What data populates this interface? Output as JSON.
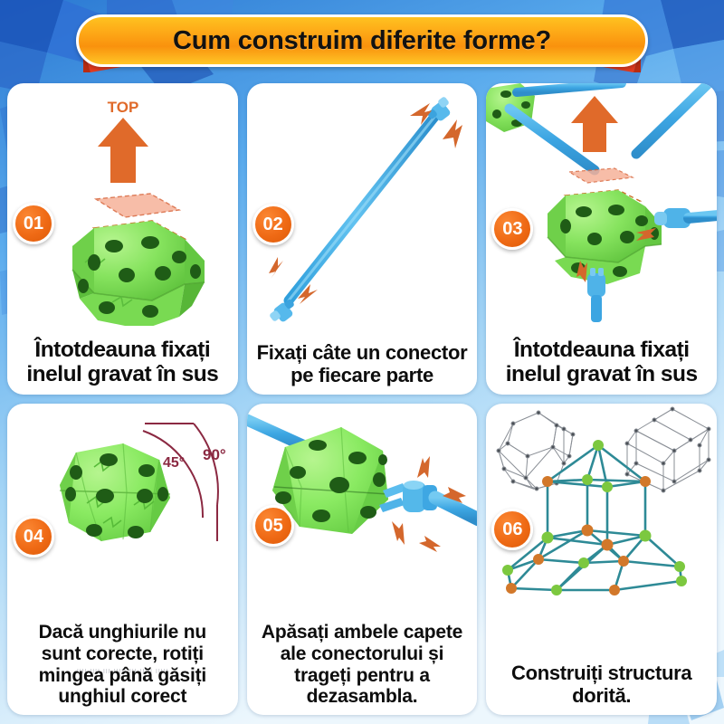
{
  "banner": {
    "title": "Cum construim diferite forme?",
    "fill_color": "#fda415",
    "border_color": "#ffffff",
    "text_color": "#121212"
  },
  "background": {
    "color_top": "#2f7fd6",
    "color_bottom": "#eaf5fd",
    "motif": "polygonal-crystal-shapes"
  },
  "theme": {
    "badge_color": "#ef6a15",
    "ball_green": "#7ee65c",
    "rod_blue": "#4fb3e8",
    "arrow_orange": "#e06a2a",
    "angle_red": "#8b2942",
    "structure_teal": "#2e8a96"
  },
  "panels": [
    {
      "number": "01",
      "caption_line1": "Întotdeauna fixați",
      "caption_line2": "inelul gravat în sus",
      "art_label_top": "TOP",
      "art_summary": "green-ball-with-top-arrow-and-dashed-ring"
    },
    {
      "number": "02",
      "caption_line1": "Fixați câte un conector",
      "caption_line2": "pe fiecare parte",
      "art_summary": "blue-rod-with-connectors-both-ends"
    },
    {
      "number": "03",
      "caption_line1": "Întotdeauna fixați",
      "caption_line2": "inelul gravat în sus",
      "art_summary": "green-ball-with-blue-rods-attaching"
    },
    {
      "number": "04",
      "caption_line1": "Dacă unghiurile nu",
      "caption_line2": "sunt corecte, rotiți",
      "caption_line3": "mingea până găsiți",
      "caption_line4": "unghiul corect",
      "angle_small": "45°",
      "angle_large": "90°",
      "watermark": "ıııı ıııı ııı ııııı ııı ııııı ııııı",
      "art_summary": "green-ball-with-angle-arc-markings"
    },
    {
      "number": "05",
      "caption_line1": "Apăsați ambele capete",
      "caption_line2": "ale conectorului și",
      "caption_line3": "trageți pentru a",
      "caption_line4": "dezasambla.",
      "art_summary": "green-ball-with-rod-and-squeeze-arrows"
    },
    {
      "number": "06",
      "caption_line1": "Construiți structura",
      "caption_line2": "dorită.",
      "art_summary": "assembled-fort-structure-with-two-wireframe-insets"
    }
  ]
}
